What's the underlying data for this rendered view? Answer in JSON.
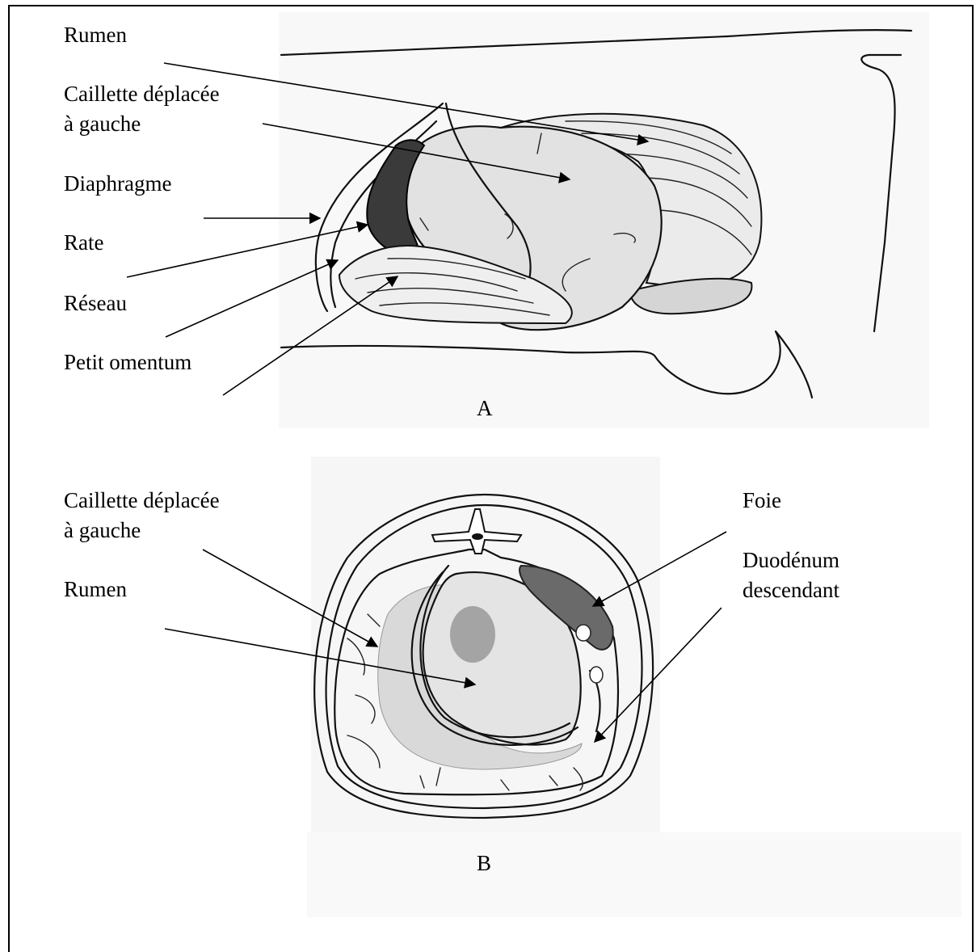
{
  "panel_a": {
    "letter": "A",
    "labels": {
      "rumen": "Rumen",
      "caillette_line1": "Caillette déplacée",
      "caillette_line2": "à gauche",
      "diaphragme": "Diaphragme",
      "rate": "Rate",
      "reseau": "Réseau",
      "petit_omentum": "Petit omentum"
    }
  },
  "panel_b": {
    "letter": "B",
    "labels": {
      "caillette_line1": "Caillette déplacée",
      "caillette_line2": "à gauche",
      "rumen": "Rumen",
      "foie": "Foie",
      "duodenum_line1": "Duodénum",
      "duodenum_line2": "descendant"
    }
  },
  "colors": {
    "organ_fill": "#e6e6e6",
    "spleen_fill": "#3a3a3a",
    "liver_fill": "#6a6a6a",
    "background_panel": "#f7f7f7"
  }
}
